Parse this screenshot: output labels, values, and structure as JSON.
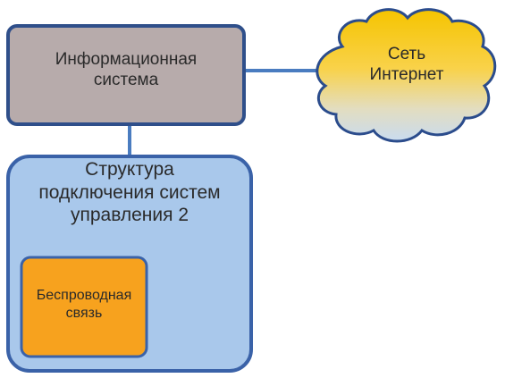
{
  "nodes": {
    "info_system": {
      "lines": [
        "Информационная",
        "система"
      ]
    },
    "internet": {
      "lines": [
        "Сеть",
        "Интернет"
      ]
    },
    "structure": {
      "lines": [
        "Структура",
        "подключения систем",
        "управления 2"
      ]
    },
    "wireless": {
      "lines": [
        "Беспроводная",
        "связь"
      ]
    }
  },
  "colors": {
    "info_fill": "#b7abab",
    "info_border": "#2f4f8a",
    "structure_fill": "#a9c8eb",
    "structure_border": "#3a62a8",
    "wireless_fill": "#f7a21e",
    "wireless_border": "#3a62a8",
    "connector": "#4a7cc0",
    "cloud_top": "#f5c400",
    "cloud_bottom": "#cfe0f2",
    "cloud_border": "#2b4c8c"
  }
}
